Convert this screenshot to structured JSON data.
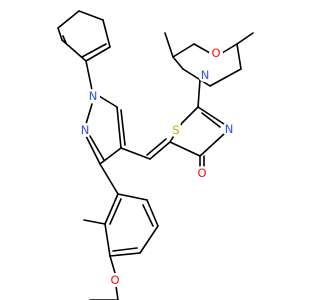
{
  "molecule": {
    "atoms": {
      "o_morpholine": {
        "symbol": "O",
        "color": "#ff0d0d"
      },
      "n_morpholine": {
        "symbol": "N",
        "color": "#3050f8"
      },
      "s_thiazole": {
        "symbol": "S",
        "color": "#c8a800"
      },
      "n_thiazole": {
        "symbol": "N",
        "color": "#3050f8"
      },
      "o_carbonyl": {
        "symbol": "O",
        "color": "#ff0d0d"
      },
      "n1_pyrazole": {
        "symbol": "N",
        "color": "#3050f8"
      },
      "n2_pyrazole": {
        "symbol": "N",
        "color": "#3050f8"
      },
      "o_ether": {
        "symbol": "O",
        "color": "#ff0d0d"
      }
    },
    "bond_color": "#000000"
  }
}
